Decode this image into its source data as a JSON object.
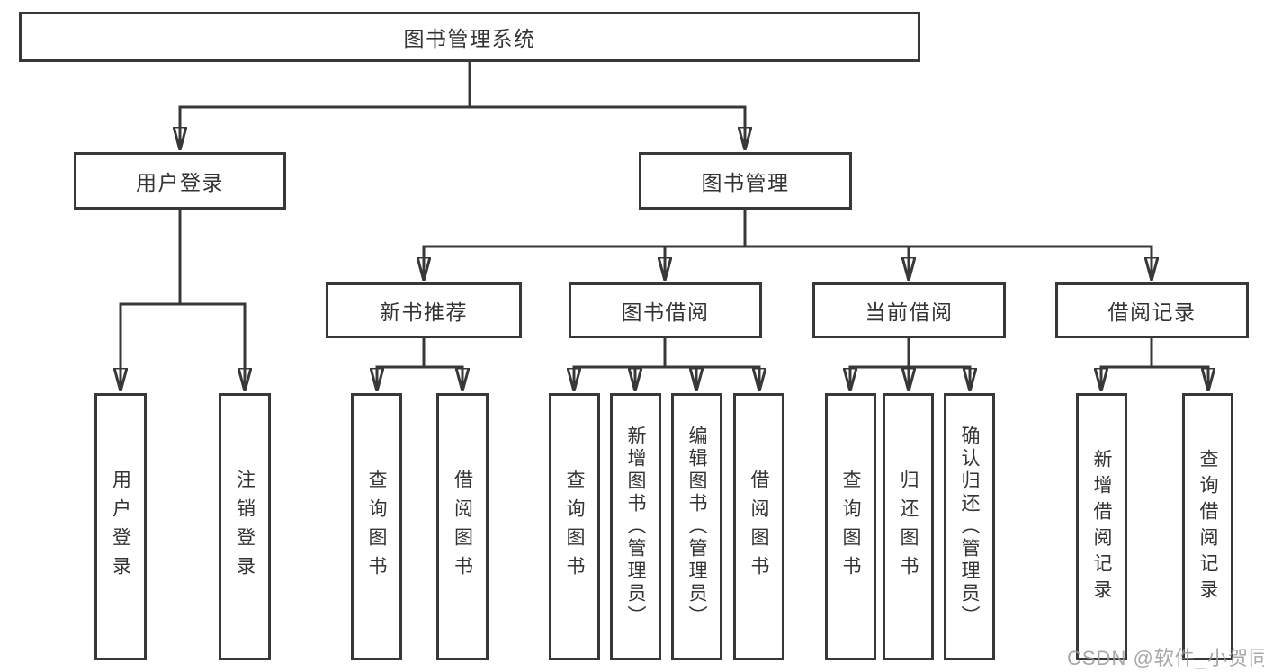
{
  "tree": {
    "root": {
      "label": "图书管理系统"
    },
    "branches": [
      {
        "label": "用户登录",
        "children": [
          {
            "label": "用户登录"
          },
          {
            "label": "注销登录"
          }
        ]
      },
      {
        "label": "图书管理",
        "children": [
          {
            "label": "新书推荐",
            "children": [
              {
                "label": "查询图书"
              },
              {
                "label": "借阅图书"
              }
            ]
          },
          {
            "label": "图书借阅",
            "children": [
              {
                "label": "查询图书"
              },
              {
                "label": "新增图书（管理员）"
              },
              {
                "label": "编辑图书（管理员）"
              },
              {
                "label": "借阅图书"
              }
            ]
          },
          {
            "label": "当前借阅",
            "children": [
              {
                "label": "查询图书"
              },
              {
                "label": "归还图书"
              },
              {
                "label": "确认归还（管理员）"
              }
            ]
          },
          {
            "label": "借阅记录",
            "children": [
              {
                "label": "新增借阅记录"
              },
              {
                "label": "查询借阅记录"
              }
            ]
          }
        ]
      }
    ]
  },
  "watermark": {
    "text": "CSDN @软件_小贺同学"
  },
  "colors": {
    "line": "#383838",
    "text": "#333333",
    "watermark": "#9b9b9b",
    "background": "#ffffff"
  }
}
